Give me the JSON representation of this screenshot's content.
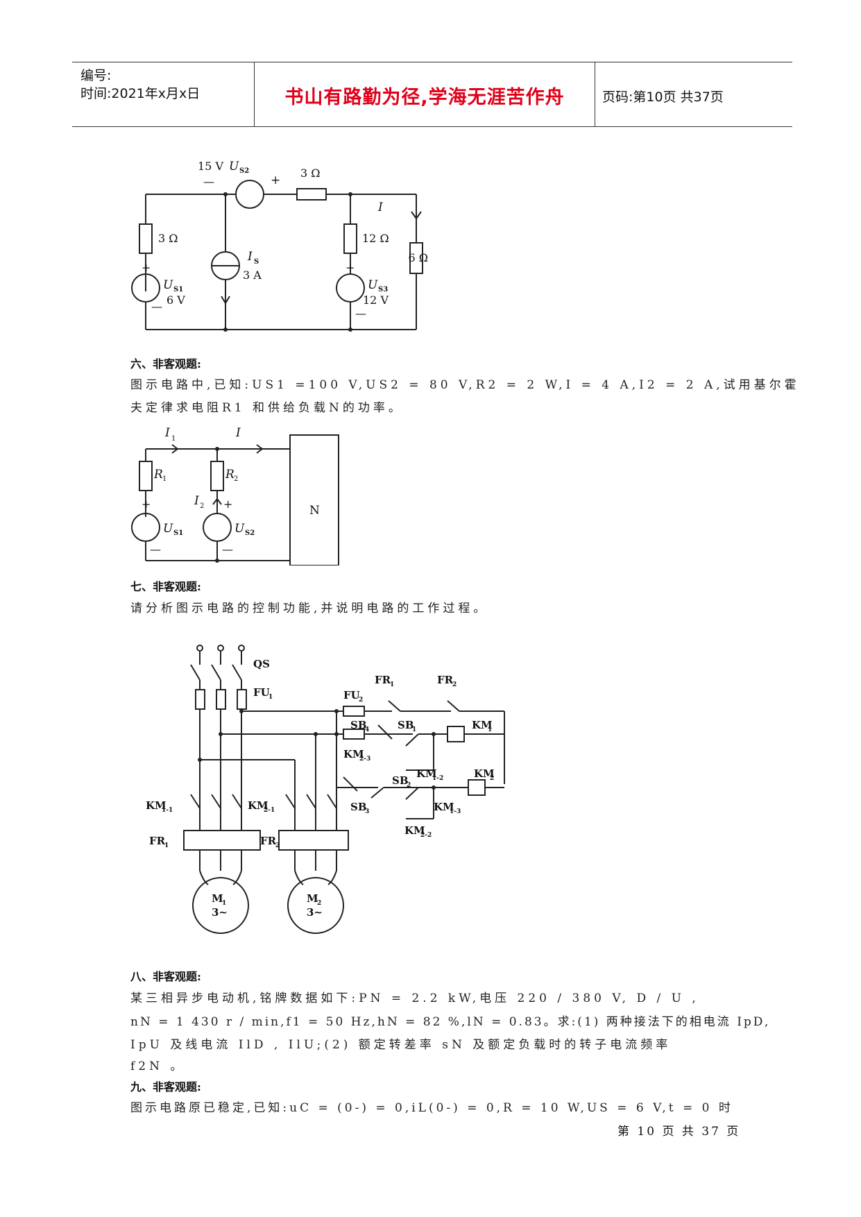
{
  "header": {
    "number_label": "编号:",
    "time_label": "时间:2021年x月x日",
    "motto": "书山有路勤为径,学海无涯苦作舟",
    "page_label": "页码:第10页 共37页"
  },
  "fig1": {
    "label_15V": "15 V",
    "label_us2_top": "U",
    "label_us2_sub": "S2",
    "minus": "—",
    "plus": "+",
    "r_top": "3 Ω",
    "r_left": "3 Ω",
    "r_mid": "12 Ω",
    "r_right": "6 Ω",
    "current_i": "I",
    "is_label": "I",
    "is_sub": "S",
    "is_val": "3 A",
    "us1_label": "U",
    "us1_sub": "S1",
    "us1_val": "6 V",
    "us3_label": "U",
    "us3_sub": "S3",
    "us3_val": "12 V"
  },
  "section6": {
    "title": "六、非客观题:",
    "line1": "图示电路中,已知:US1 =100 V,US2 = 80 V,R2 = 2 W,I = 4 A,I2 = 2 A,试用基尔霍",
    "line2": "夫定律求电阻R1 和供给负载N的功率。"
  },
  "fig2": {
    "i1": "I",
    "i1_sub": "1",
    "i": "I",
    "r1": "R",
    "r1_sub": "1",
    "r2": "R",
    "r2_sub": "2",
    "i2": "I",
    "i2_sub": "2",
    "us1": "U",
    "us1_sub": "S1",
    "us2": "U",
    "us2_sub": "S2",
    "n": "N",
    "plus": "+",
    "minus": "—"
  },
  "section7": {
    "title": "七、非客观题:",
    "line1": "请分析图示电路的控制功能,并说明电路的工作过程。"
  },
  "fig3": {
    "qs": "QS",
    "fu1": "FU",
    "fu1_sub": "1",
    "fu2": "FU",
    "fu2_sub": "2",
    "fr1_top": "FR",
    "fr1_top_sub": "1",
    "fr2_top": "FR",
    "fr2_top_sub": "2",
    "sb4": "SB",
    "sb4_sub": "4",
    "sb1": "SB",
    "sb1_sub": "1",
    "km1": "KM",
    "km1_sub": "1",
    "km23": "KM",
    "km23_sub": "2-3",
    "km12": "KM",
    "km12_sub": "1-2",
    "km2": "KM",
    "km2_sub": "2",
    "sb2": "SB",
    "sb2_sub": "2",
    "sb3": "SB",
    "sb3_sub": "3",
    "km13": "KM",
    "km13_sub": "1-3",
    "km22": "KM",
    "km22_sub": "2-2",
    "km11": "KM",
    "km11_sub": "1-1",
    "km21": "KM",
    "km21_sub": "2-1",
    "fr1": "FR",
    "fr1_sub": "1",
    "fr2": "FR",
    "fr2_sub": "2",
    "m1": "M",
    "m1_sub": "1",
    "m2": "M",
    "m2_sub": "2",
    "m_phase": "3~"
  },
  "section8": {
    "title": "八、非客观题:",
    "line1": "某三相异步电动机,铭牌数据如下:PN = 2.2 kW,电压 220 / 380 V, D / U ,",
    "line2": "nN = 1 430 r / min,f1 = 50 Hz,hN = 82 %,lN = 0.83。求:(1) 两种接法下的相电流 IpD,",
    "line3": "IpU 及线电流 IlD , IlU;(2) 额定转差率 sN 及额定负载时的转子电流频率",
    "line4": "f2N 。"
  },
  "section9": {
    "title": "九、非客观题:",
    "line1": "图示电路原已稳定,已知:uC = (0-) = 0,iL(0-) = 0,R = 10 W,US = 6 V,t = 0 时"
  },
  "footer": {
    "page": "第 10 页 共 37 页"
  }
}
